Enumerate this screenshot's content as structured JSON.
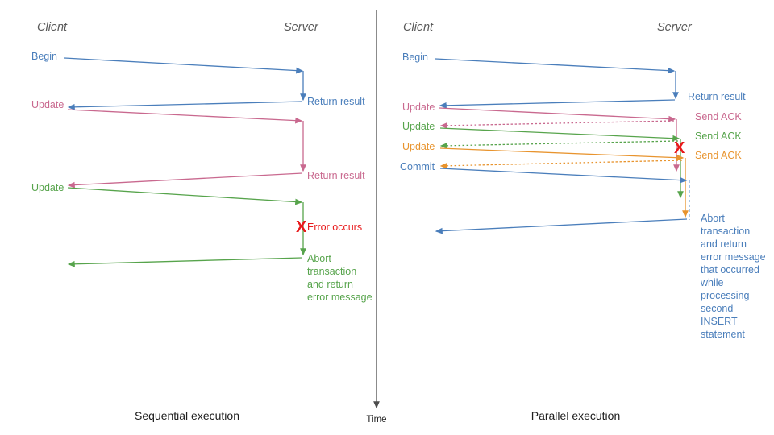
{
  "colors": {
    "blue": "#4a7ebb",
    "blue_light": "#7ba7d7",
    "pink": "#c9698f",
    "pink_light": "#dda7bd",
    "green": "#57a44c",
    "green_light": "#8fc487",
    "orange": "#e8942e",
    "orange_light": "#f3bd7a",
    "red": "#e8191b",
    "gray": "#595959",
    "axis": "#4d4d4d"
  },
  "time_axis": {
    "label": "Time"
  },
  "left_panel": {
    "caption": "Sequential execution",
    "lanes": {
      "client": "Client",
      "server": "Server"
    },
    "messages": [
      {
        "id": "begin",
        "label": "Begin",
        "color": "blue",
        "side": "client"
      },
      {
        "id": "return-1",
        "label": "Return result",
        "color": "blue",
        "side": "server"
      },
      {
        "id": "update-1",
        "label": "Update",
        "color": "pink",
        "side": "client"
      },
      {
        "id": "return-2",
        "label": "Return result",
        "color": "pink",
        "side": "server"
      },
      {
        "id": "update-2",
        "label": "Update",
        "color": "green",
        "side": "client"
      },
      {
        "id": "error",
        "label": "Error occurs",
        "color": "red",
        "side": "server"
      }
    ],
    "error_glyph": "X",
    "abort_lines": [
      "Abort",
      "transaction",
      "and return",
      "error message"
    ]
  },
  "right_panel": {
    "caption": "Parallel execution",
    "lanes": {
      "client": "Client",
      "server": "Server"
    },
    "messages": [
      {
        "id": "begin",
        "label": "Begin",
        "color": "blue",
        "side": "client"
      },
      {
        "id": "return-1",
        "label": "Return result",
        "color": "blue",
        "side": "server"
      },
      {
        "id": "update-1",
        "label": "Update",
        "color": "pink",
        "side": "client"
      },
      {
        "id": "ack-1",
        "label": "Send ACK",
        "color": "pink",
        "side": "server"
      },
      {
        "id": "update-2",
        "label": "Update",
        "color": "green",
        "side": "client"
      },
      {
        "id": "ack-2",
        "label": "Send ACK",
        "color": "green",
        "side": "server"
      },
      {
        "id": "update-3",
        "label": "Update",
        "color": "orange",
        "side": "client"
      },
      {
        "id": "ack-3",
        "label": "Send ACK",
        "color": "orange",
        "side": "server"
      },
      {
        "id": "commit",
        "label": "Commit",
        "color": "blue",
        "side": "client"
      }
    ],
    "error_glyph": "X",
    "abort_lines": [
      "Abort",
      "transaction",
      "and return",
      "error message",
      "that occurred",
      "while",
      "processing",
      "second",
      "INSERT",
      "statement"
    ]
  }
}
